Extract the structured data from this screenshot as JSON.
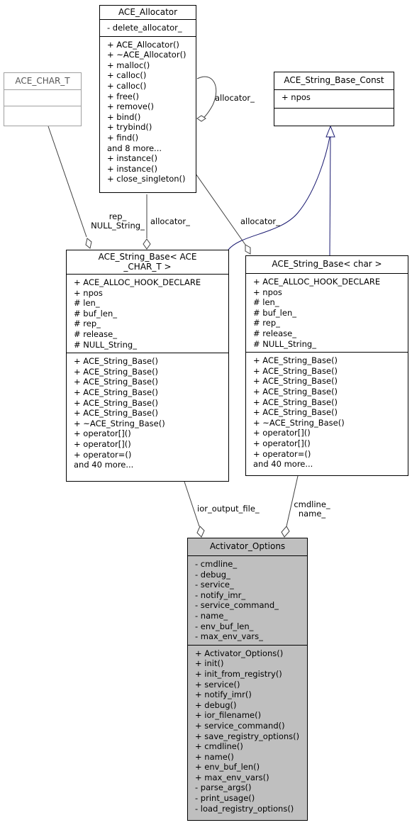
{
  "classes": {
    "ace_allocator": {
      "name": "ACE_Allocator",
      "attributes": [
        "- delete_allocator_"
      ],
      "methods": [
        "+ ACE_Allocator()",
        "+ ~ACE_Allocator()",
        "+ malloc()",
        "+ calloc()",
        "+ calloc()",
        "+ free()",
        "+ remove()",
        "+ bind()",
        "+ trybind()",
        "+ find()",
        "and 8 more...",
        "+ instance()",
        "+ instance()",
        "+ close_singleton()"
      ]
    },
    "ace_char_t": {
      "name": "ACE_CHAR_T",
      "attributes": [],
      "methods": []
    },
    "ace_string_base_const": {
      "name": "ACE_String_Base_Const",
      "attributes": [
        "+ npos"
      ],
      "methods": []
    },
    "ace_string_base_template": {
      "name_line1": "ACE_String_Base< ACE",
      "name_line2": "_CHAR_T >",
      "attributes": [
        "+ ACE_ALLOC_HOOK_DECLARE",
        "+ npos",
        "# len_",
        "# buf_len_",
        "# rep_",
        "# release_",
        "# NULL_String_"
      ],
      "methods": [
        "+ ACE_String_Base()",
        "+ ACE_String_Base()",
        "+ ACE_String_Base()",
        "+ ACE_String_Base()",
        "+ ACE_String_Base()",
        "+ ACE_String_Base()",
        "+ ~ACE_String_Base()",
        "+ operator[]()",
        "+ operator[]()",
        "+ operator=()",
        "and 40 more..."
      ]
    },
    "ace_string_base_char": {
      "name": "ACE_String_Base< char >",
      "attributes": [
        "+ ACE_ALLOC_HOOK_DECLARE",
        "+ npos",
        "# len_",
        "# buf_len_",
        "# rep_",
        "# release_",
        "# NULL_String_"
      ],
      "methods": [
        "+ ACE_String_Base()",
        "+ ACE_String_Base()",
        "+ ACE_String_Base()",
        "+ ACE_String_Base()",
        "+ ACE_String_Base()",
        "+ ACE_String_Base()",
        "+ ~ACE_String_Base()",
        "+ operator[]()",
        "+ operator[]()",
        "+ operator=()",
        "and 40 more..."
      ]
    },
    "activator_options": {
      "name": "Activator_Options",
      "attributes": [
        "- cmdline_",
        "- debug_",
        "- service_",
        "- notify_imr_",
        "- service_command_",
        "- name_",
        "- env_buf_len_",
        "- max_env_vars_"
      ],
      "methods": [
        "+ Activator_Options()",
        "+ init()",
        "+ init_from_registry()",
        "+ service()",
        "+ notify_imr()",
        "+ debug()",
        "+ ior_filename()",
        "+ service_command()",
        "+ save_registry_options()",
        "+ cmdline()",
        "+ name()",
        "+ env_buf_len()",
        "+ max_env_vars()",
        "- parse_args()",
        "- print_usage()",
        "- load_registry_options()"
      ]
    }
  },
  "edge_labels": {
    "allocator_self": "allocator_",
    "allocator_template": "allocator_",
    "allocator_char": "allocator_",
    "rep_line1": "rep_",
    "rep_line2": "NULL_String_",
    "ior_output_file": "ior_output_file_",
    "cmdline_line1": "cmdline_",
    "cmdline_line2": "name_"
  },
  "colors": {
    "inheritance_edge": "#191970",
    "member_edge": "#404040",
    "highlight_class_fill": "#bfbfbf",
    "unresolved_class_border": "#a0a0a0"
  }
}
